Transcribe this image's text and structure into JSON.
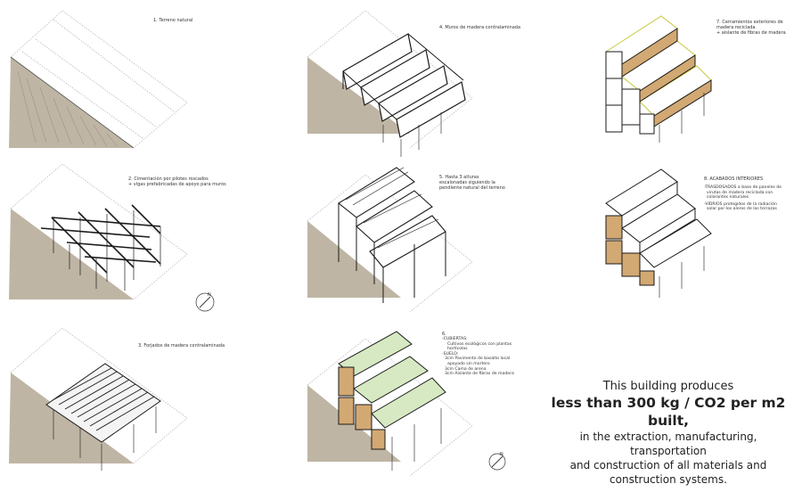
{
  "steps": [
    {
      "label": "1. Terreno natural"
    },
    {
      "label": "2. Cimentación por pilotes roscados\n+ vigas prefabricadas de apoyo para muros"
    },
    {
      "label": "3. Forjados de madera contralaminada"
    },
    {
      "label": "4. Muros de madera contralaminada"
    },
    {
      "label": "5. Hasta 3 alturas\nescalonadas siguiendo la\npendiente natural del terreno"
    },
    {
      "label": "6.",
      "notes": [
        "-CUBIERTAS:",
        "Cultivos ecológicos con plantas",
        "hortícolas",
        "-SUELO:",
        "3cm Pavimento de basalto local",
        "apoyado sin mortero",
        "3cm Cama de arena",
        "3cm Aislante de fibras de madera"
      ]
    },
    {
      "label": "7. Cerramientos exteriores de\nmadera reciclada\n+ aislante de fibras de madera"
    },
    {
      "label": "8. ACABADOS INTERIORES",
      "notes": [
        "-TRASDOSADOS a base de paneles de",
        "virutas de madera reciclada con",
        "colorantes naturales",
        "-VIDRIOS protegidos de la radiación",
        "solar por los aleros de las terrazas"
      ]
    }
  ],
  "north_label": "N",
  "caption": {
    "line1": "This building produces",
    "line2": "less than 300 kg / CO2 per m2 built,",
    "line3": "in the extraction, manufacturing, transportation",
    "line4": "and construction of all materials and",
    "line5": "construction systems."
  },
  "colors": {
    "ground": "#bfb5a4",
    "roof_green": "#d6e9c2",
    "wood_infill": "#d2a873",
    "facade_edge": "#c8c83c",
    "line": "#1a1a1a"
  }
}
